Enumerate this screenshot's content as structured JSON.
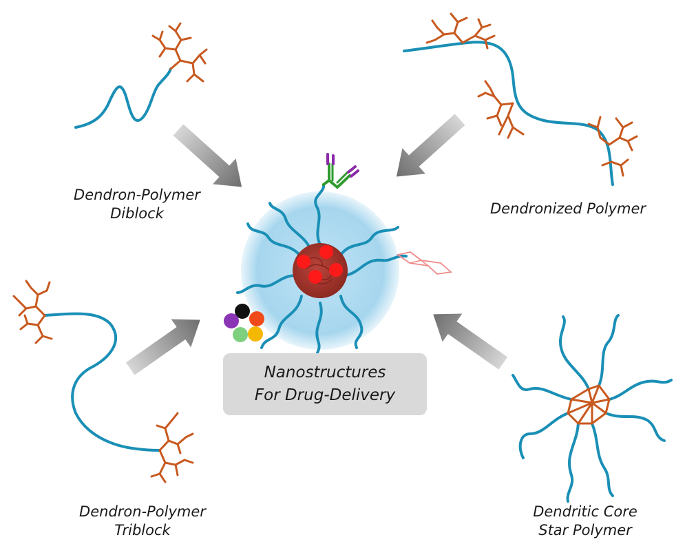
{
  "labels": {
    "dendron_polymer_diblock": [
      "Dendron-Polymer",
      "Diblock"
    ],
    "dendronized_polymer": [
      "Dendronized Polymer"
    ],
    "dendron_polymer_triblock": [
      "Dendron-Polymer",
      "Triblock"
    ],
    "dendritic_core_star_polymer": [
      "Dendritic Core",
      "Star Polymer"
    ],
    "center": [
      "Nanostructures",
      "For Drug-Delivery"
    ]
  },
  "colors": {
    "polymer_chain": "#1a8fb6",
    "dendron": "#c8591f",
    "arrow": "#8c8c8c",
    "micelle_shell": "#a9d8ef",
    "micelle_core": "#a8322a",
    "drug": "#ff1a1a",
    "antibody": "#2e9b2e",
    "antibody_tip": "#8a2aa8",
    "ligand_ring": "#f08a8a",
    "label_box": "#d9d9d9",
    "dots": [
      "#111111",
      "#f04a1a",
      "#8a35b5",
      "#7ed07e",
      "#f5b800"
    ]
  }
}
